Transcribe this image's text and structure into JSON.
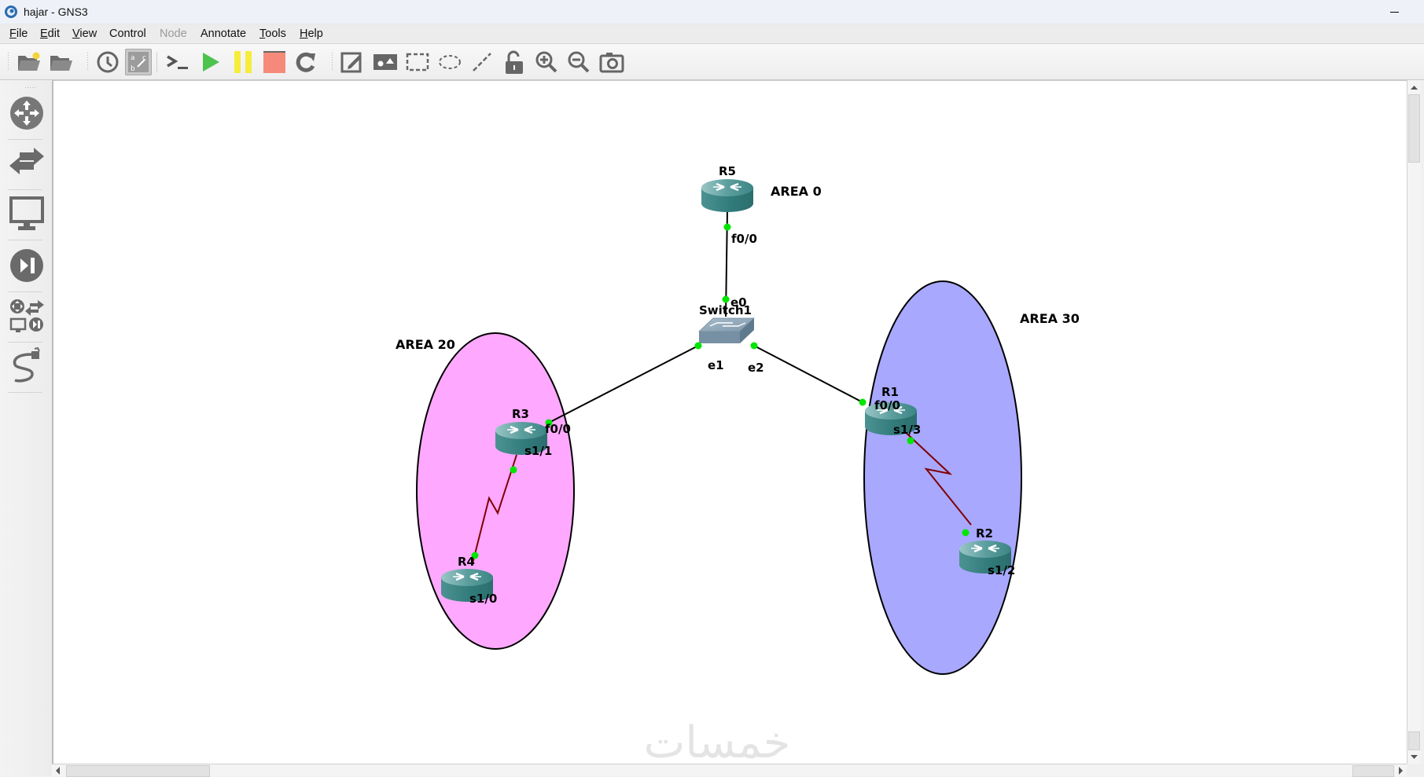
{
  "window": {
    "title": "hajar - GNS3",
    "app_icon": "gns3-logo-icon"
  },
  "menubar": {
    "items": [
      {
        "label": "File",
        "underline": "F",
        "rest": "ile",
        "enabled": true
      },
      {
        "label": "Edit",
        "underline": "E",
        "rest": "dit",
        "enabled": true
      },
      {
        "label": "View",
        "underline": "V",
        "rest": "iew",
        "enabled": true
      },
      {
        "label": "Control",
        "underline": "",
        "rest": "Control",
        "enabled": true
      },
      {
        "label": "Node",
        "underline": "",
        "rest": "Node",
        "enabled": false
      },
      {
        "label": "Annotate",
        "underline": "",
        "rest": "Annotate",
        "enabled": true
      },
      {
        "label": "Tools",
        "underline": "T",
        "rest": "ools",
        "enabled": true
      },
      {
        "label": "Help",
        "underline": "H",
        "rest": "elp",
        "enabled": true
      }
    ]
  },
  "toolbar": {
    "buttons": [
      {
        "name": "new-project",
        "icon": "new-folder-icon"
      },
      {
        "name": "open-project",
        "icon": "open-folder-icon"
      },
      {
        "name": "snapshot",
        "icon": "clock-icon"
      },
      {
        "name": "show-interface-labels",
        "icon": "interface-labels-icon",
        "active": true
      },
      {
        "name": "console-all",
        "icon": "terminal-icon"
      },
      {
        "name": "start-all",
        "icon": "play-icon"
      },
      {
        "name": "suspend-all",
        "icon": "pause-icon"
      },
      {
        "name": "stop-all",
        "icon": "stop-icon"
      },
      {
        "name": "reload-all",
        "icon": "reload-icon"
      },
      {
        "name": "add-note",
        "icon": "edit-note-icon"
      },
      {
        "name": "insert-picture",
        "icon": "picture-icon"
      },
      {
        "name": "draw-rectangle",
        "icon": "rectangle-icon"
      },
      {
        "name": "draw-ellipse",
        "icon": "ellipse-icon"
      },
      {
        "name": "draw-line",
        "icon": "line-icon"
      },
      {
        "name": "lock-items",
        "icon": "unlock-icon"
      },
      {
        "name": "zoom-in",
        "icon": "zoom-in-icon"
      },
      {
        "name": "zoom-out",
        "icon": "zoom-out-icon"
      },
      {
        "name": "screenshot",
        "icon": "camera-icon"
      }
    ]
  },
  "sidebar": {
    "items": [
      {
        "name": "routers",
        "icon": "router-icon"
      },
      {
        "name": "switches",
        "icon": "switch-icon"
      },
      {
        "name": "end-devices",
        "icon": "monitor-icon"
      },
      {
        "name": "security-devices",
        "icon": "security-play-icon"
      },
      {
        "name": "all-devices",
        "icon": "all-devices-icon"
      },
      {
        "name": "add-link",
        "icon": "cable-icon"
      }
    ]
  },
  "topology": {
    "colors": {
      "area20_fill": "#ffa8ff",
      "area30_fill": "#a8a8ff",
      "ethernet_link": "#000000",
      "serial_link": "#800000",
      "port_up": "#00e600",
      "router_body": "#3c8a8a"
    },
    "areas": [
      {
        "id": "area0",
        "label": "AREA 0"
      },
      {
        "id": "area20",
        "label": "AREA 20"
      },
      {
        "id": "area30",
        "label": "AREA 30"
      }
    ],
    "nodes": [
      {
        "id": "R5",
        "label": "R5",
        "type": "router"
      },
      {
        "id": "Switch1",
        "label": "Switch1",
        "type": "switch"
      },
      {
        "id": "R3",
        "label": "R3",
        "type": "router"
      },
      {
        "id": "R4",
        "label": "R4",
        "type": "router"
      },
      {
        "id": "R1",
        "label": "R1",
        "type": "router"
      },
      {
        "id": "R2",
        "label": "R2",
        "type": "router"
      }
    ],
    "links": [
      {
        "from": "R5",
        "from_port": "f0/0",
        "to": "Switch1",
        "to_port": "e0",
        "type": "ethernet"
      },
      {
        "from": "Switch1",
        "from_port": "e1",
        "to": "R3",
        "to_port": "f0/0",
        "type": "ethernet"
      },
      {
        "from": "Switch1",
        "from_port": "e2",
        "to": "R1",
        "to_port": "f0/0",
        "type": "ethernet"
      },
      {
        "from": "R3",
        "from_port": "s1/1",
        "to": "R4",
        "to_port": "s1/0",
        "type": "serial"
      },
      {
        "from": "R1",
        "from_port": "s1/3",
        "to": "R2",
        "to_port": "s1/2",
        "type": "serial"
      }
    ],
    "port_labels": {
      "r5_f00": "f0/0",
      "sw_e0": "e0",
      "sw_e1": "e1",
      "sw_e2": "e2",
      "r3_f00": "f0/0",
      "r3_s11": "s1/1",
      "r4_s10": "s1/0",
      "r1_f00": "f0/0",
      "r1_s13": "s1/3",
      "r2_s12": "s1/2"
    }
  },
  "watermark": "خمسات"
}
